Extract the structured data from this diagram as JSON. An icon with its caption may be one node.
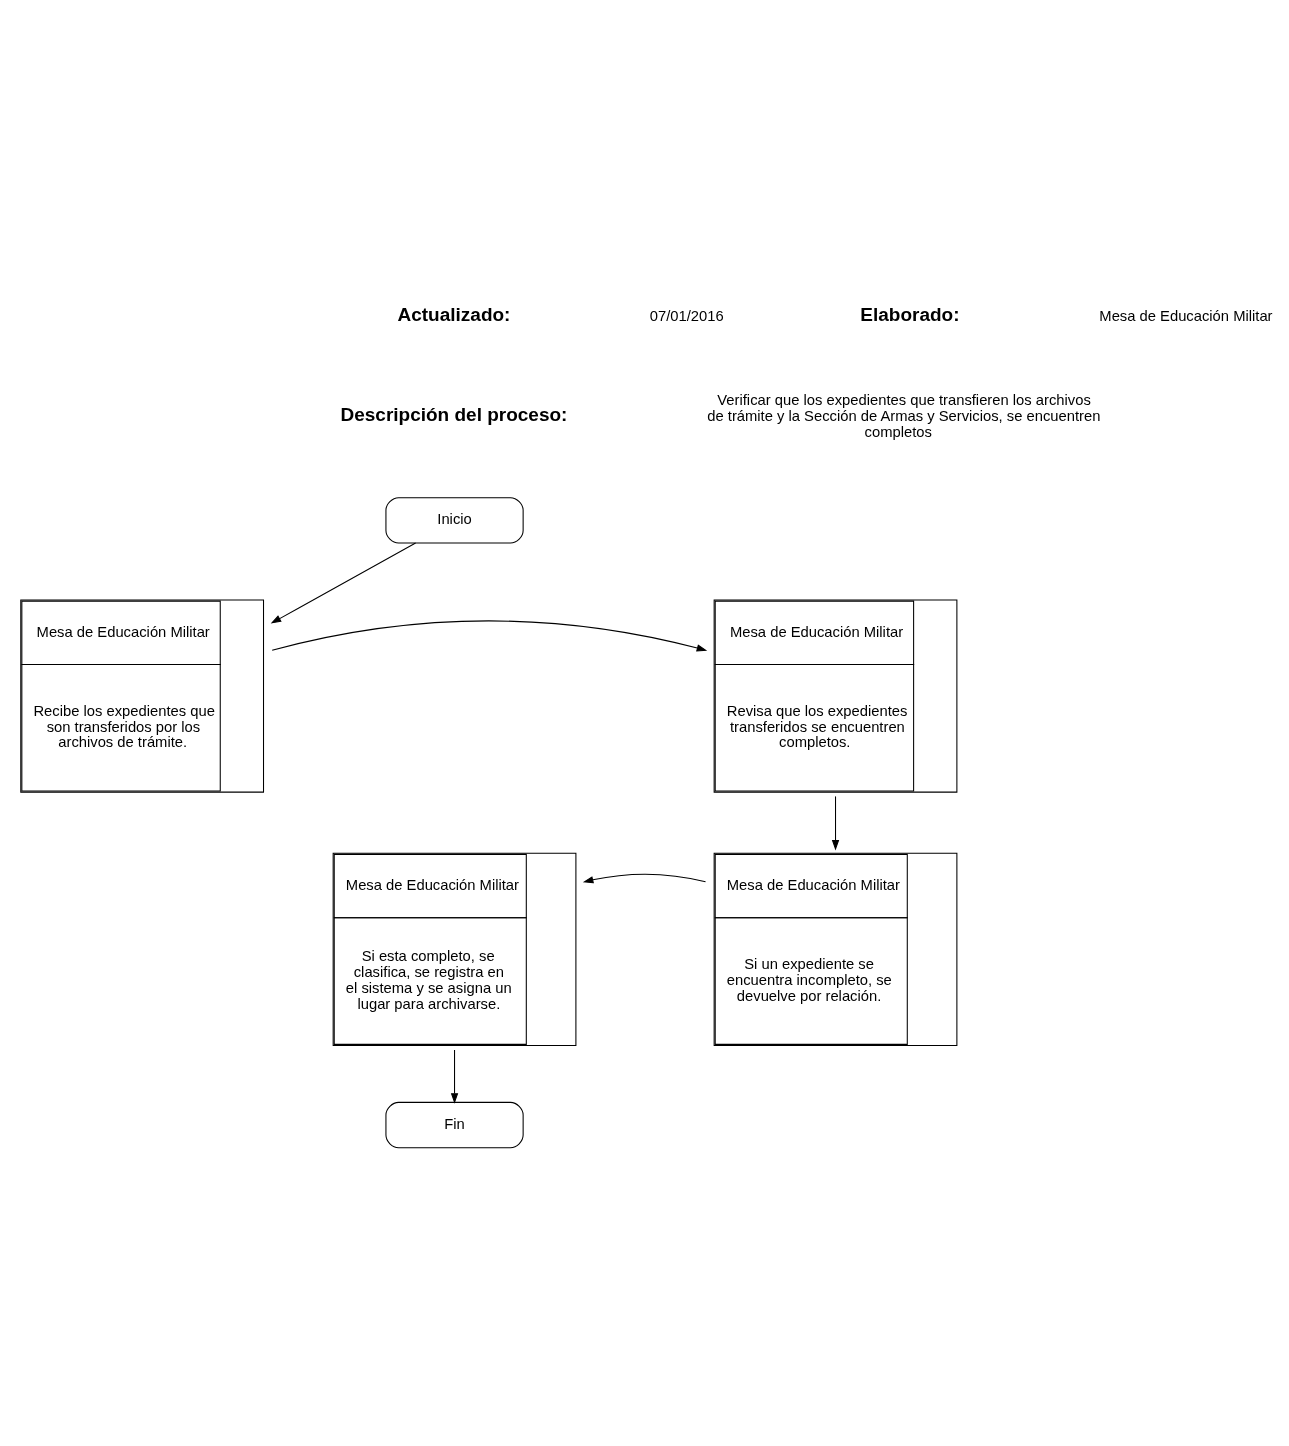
{
  "diagram": {
    "nodes": [
      {
        "text": [
          "Inicio"
        ]
      },
      {
        "text": [
          "Mesa de Educación Militar",
          "Recibe los expedientes que son transferidos por los archivos de trámite."
        ]
      },
      {
        "text": [
          "Mesa de Educación Militar",
          "Revisa que los expedientes transferidos se encuentren completos."
        ]
      },
      {
        "text": [
          "Mesa de Educación Militar",
          "Si un expediente se encuentra incompleto, se devuelve por relación."
        ]
      },
      {
        "text": [
          "Mesa de Educación Militar",
          "Si esta completo, se clasifica, se registra en el sistema y se asigna un lugar para archivarse."
        ]
      },
      {
        "text": [
          "Fin"
        ]
      }
    ],
    "edges": [
      {
        "from": 0,
        "to": 1,
        "arrow": "to"
      },
      {
        "from": 1,
        "to": 2,
        "arrow": "to"
      },
      {
        "from": 2,
        "to": 3,
        "arrow": "to"
      },
      {
        "from": 3,
        "to": 4,
        "arrow": "to"
      },
      {
        "from": 4,
        "to": 5,
        "arrow": "to"
      }
    ],
    "labels": [
      "Actualizado:",
      "07/01/2016",
      "Elaborado:",
      "Mesa de Educación Militar",
      "Descripción del proceso:",
      "Verificar que los expedientes que transfieren los archivos de trámite y la Sección de Armas y Servicios, se encuentren completos"
    ]
  }
}
